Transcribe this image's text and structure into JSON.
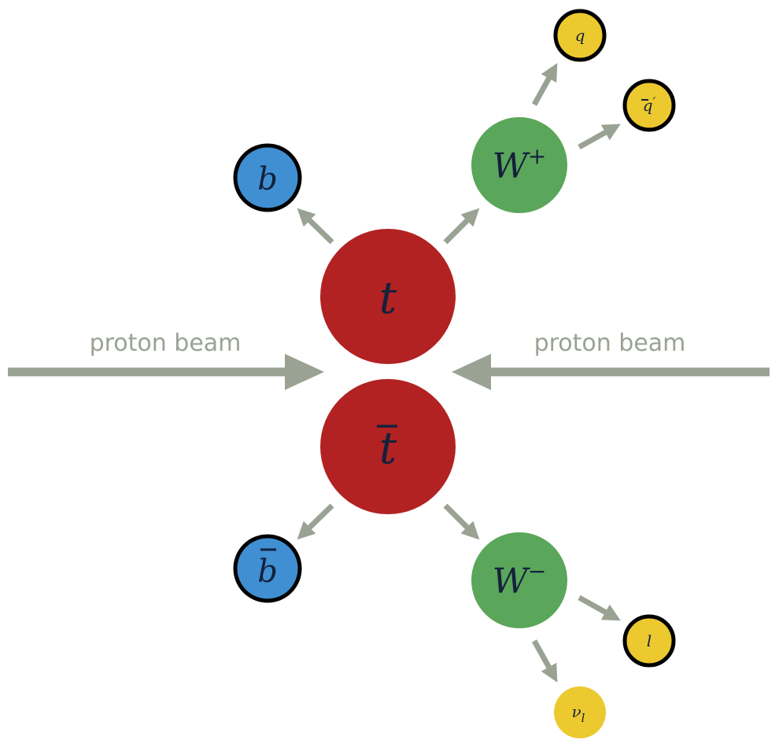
{
  "beam": {
    "left_label": "proton beam",
    "right_label": "proton beam"
  },
  "particles": {
    "top_quark": {
      "label": "t",
      "color": "#b22222"
    },
    "antitop_quark": {
      "label": "t",
      "bar": true,
      "color": "#b22222"
    },
    "w_plus": {
      "base": "W",
      "sup": "+",
      "color": "#5aa65a"
    },
    "w_minus": {
      "base": "W",
      "sup": "−",
      "color": "#5aa65a"
    },
    "b_quark": {
      "label": "b",
      "color": "#3f8fd2"
    },
    "antib_quark": {
      "label": "b",
      "bar": true,
      "color": "#3f8fd2"
    },
    "quark": {
      "label": "q",
      "color": "#ecc92f"
    },
    "antiquark": {
      "base": "q",
      "sup": "′",
      "bar": true,
      "color": "#ecc92f"
    },
    "lepton": {
      "label": "l",
      "color": "#ecc92f"
    },
    "neutrino": {
      "base": "ν",
      "sub": "l",
      "color": "#ecc92f"
    }
  },
  "colors": {
    "arrow": "#9aa294",
    "outline": "#000000",
    "label": "#14213d"
  }
}
